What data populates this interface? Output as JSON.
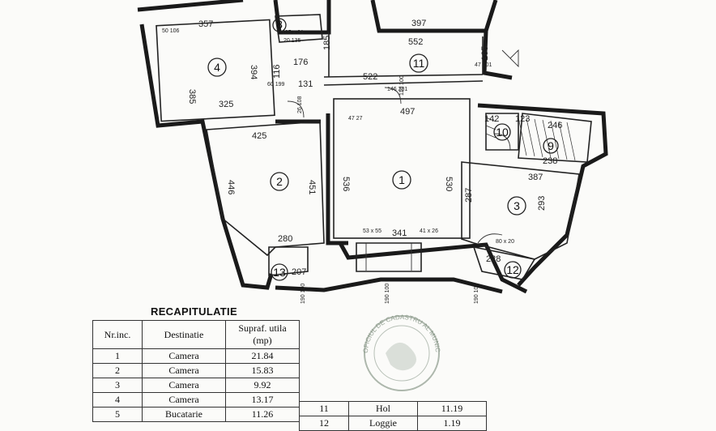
{
  "plan": {
    "rooms": [
      "1",
      "2",
      "3",
      "4",
      "8",
      "9",
      "10",
      "11",
      "12",
      "13"
    ],
    "dims": {
      "d357": "357",
      "d397": "397",
      "d552": "552",
      "d394": "394",
      "d385": "385",
      "d325": "325",
      "d176": "176",
      "d185": "185",
      "d165": "165",
      "d522": "522",
      "d131": "131",
      "d497": "497",
      "d425": "425",
      "d446": "446",
      "d451": "451",
      "d536": "536",
      "d530": "530",
      "d341": "341",
      "d387": "387",
      "d246": "246",
      "d238": "238",
      "d287": "287",
      "d293": "293",
      "d280": "280",
      "d207": "207",
      "d228": "228",
      "d142": "142",
      "d123": "123",
      "d116": "116"
    },
    "small": {
      "s1": "50 106",
      "s2": "105 x 31",
      "s3": "20 135",
      "s4": "47 27",
      "s5": "53 x 55",
      "s6": "41 x 26",
      "s7": "80 x 20",
      "s8": "190 100",
      "s9": "190 100",
      "s10": "190 100",
      "s11": "110 100",
      "s12": "47 201",
      "s13": "26 108",
      "s14": "60 199",
      "s15": "146 201"
    }
  },
  "recap": {
    "title": "RECAPITULATIE",
    "headers": [
      "Nr.inc.",
      "Destinatie",
      "Supraf. utila (mp)"
    ],
    "rows": [
      {
        "nr": "1",
        "dest": "Camera",
        "supr": "21.84"
      },
      {
        "nr": "2",
        "dest": "Camera",
        "supr": "15.83"
      },
      {
        "nr": "3",
        "dest": "Camera",
        "supr": "9.92"
      },
      {
        "nr": "4",
        "dest": "Camera",
        "supr": "13.17"
      },
      {
        "nr": "5",
        "dest": "Bucatarie",
        "supr": "11.26"
      }
    ],
    "rows2": [
      {
        "nr": "11",
        "dest": "Hol",
        "supr": "11.19"
      },
      {
        "nr": "12",
        "dest": "Loggie",
        "supr": "1.19"
      }
    ]
  },
  "stamp": {
    "text": "OFICIUL DE CADASTRU AL MUNICIPIULUI BUCURESTI"
  }
}
